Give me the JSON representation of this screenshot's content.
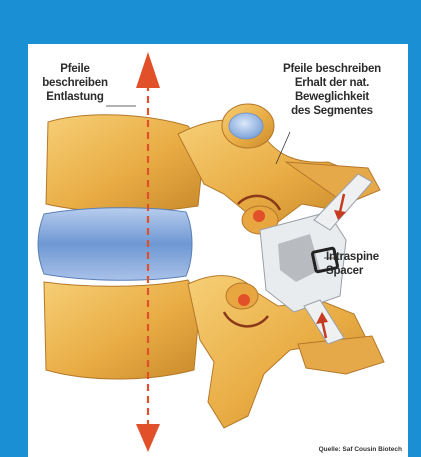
{
  "labels": {
    "left": "Pfeile\nbeschreiben\nEntlastung",
    "right": "Pfeile beschreiben\nErhalt der nat.\nBeweglichkeit\ndes Segmentes",
    "spacer": "Intraspine\nSpacer"
  },
  "source": "Quelle: Saf Cousin Biotech",
  "colors": {
    "frame": "#1a8fd3",
    "bone": "#eab24a",
    "disc": "#7fa6d8",
    "arrow": "#e2502a",
    "spacer": "#c9cccf"
  }
}
